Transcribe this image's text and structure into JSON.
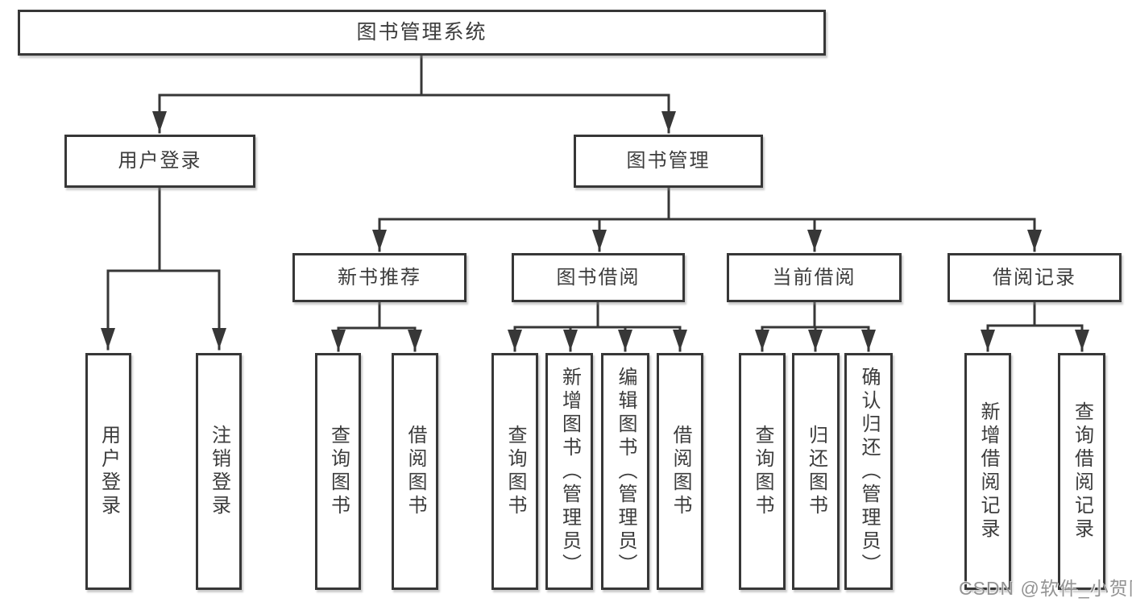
{
  "root": {
    "label": "图书管理系统"
  },
  "modules": [
    {
      "label": "用户登录",
      "features": [
        {
          "label": "用户登录"
        },
        {
          "label": "注销登录"
        }
      ]
    },
    {
      "label": "图书管理",
      "submodules": [
        {
          "label": "新书推荐",
          "features": [
            {
              "label": "查询图书"
            },
            {
              "label": "借阅图书"
            }
          ]
        },
        {
          "label": "图书借阅",
          "features": [
            {
              "label": "查询图书"
            },
            {
              "label": "新增图书（管理员）"
            },
            {
              "label": "编辑图书（管理员）"
            },
            {
              "label": "借阅图书"
            }
          ]
        },
        {
          "label": "当前借阅",
          "features": [
            {
              "label": "查询图书"
            },
            {
              "label": "归还图书"
            },
            {
              "label": "确认归还（管理员）"
            }
          ]
        },
        {
          "label": "借阅记录",
          "features": [
            {
              "label": "新增借阅记录"
            },
            {
              "label": "查询借阅记录"
            }
          ]
        }
      ]
    }
  ],
  "watermark": {
    "text": "CSDN @软件_小贺同学"
  },
  "colors": {
    "line": "#373737",
    "text": "#3c3c3c",
    "background": "#ffffff",
    "watermark": "#8a8a8a"
  }
}
